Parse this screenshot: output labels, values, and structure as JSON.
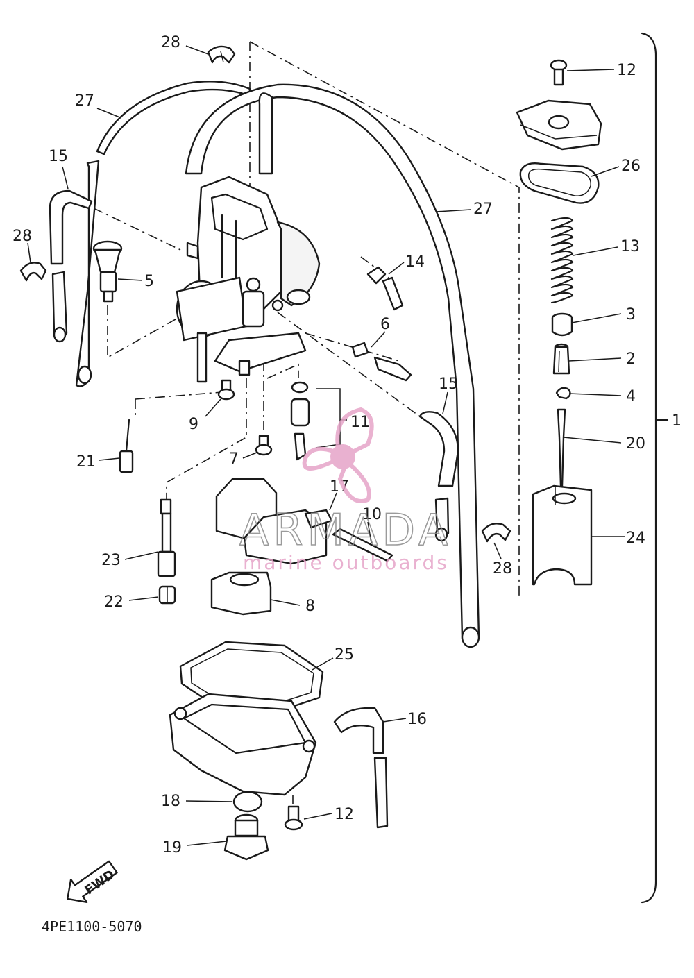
{
  "diagram_code": "4PE1100-5070",
  "fwd_label": "FWD",
  "watermark": {
    "brand": "ARMADA",
    "tagline": "marine outboards",
    "accent_color": "#e6a4c8"
  },
  "assembly_bracket_label": "1",
  "callouts": {
    "c28a": "28",
    "c27a": "27",
    "c15a": "15",
    "c28b": "28",
    "c5": "5",
    "c27b": "27",
    "c14": "14",
    "c6": "6",
    "c15b": "15",
    "c9": "9",
    "c21": "21",
    "c7": "7",
    "c11": "11",
    "c17": "17",
    "c10": "10",
    "c23": "23",
    "c22": "22",
    "c8": "8",
    "c28c": "28",
    "c25": "25",
    "c16": "16",
    "c18": "18",
    "c12b": "12",
    "c19": "19",
    "c12a": "12",
    "c26": "26",
    "c13": "13",
    "c3": "3",
    "c2": "2",
    "c4": "4",
    "c20": "20",
    "c24": "24"
  }
}
